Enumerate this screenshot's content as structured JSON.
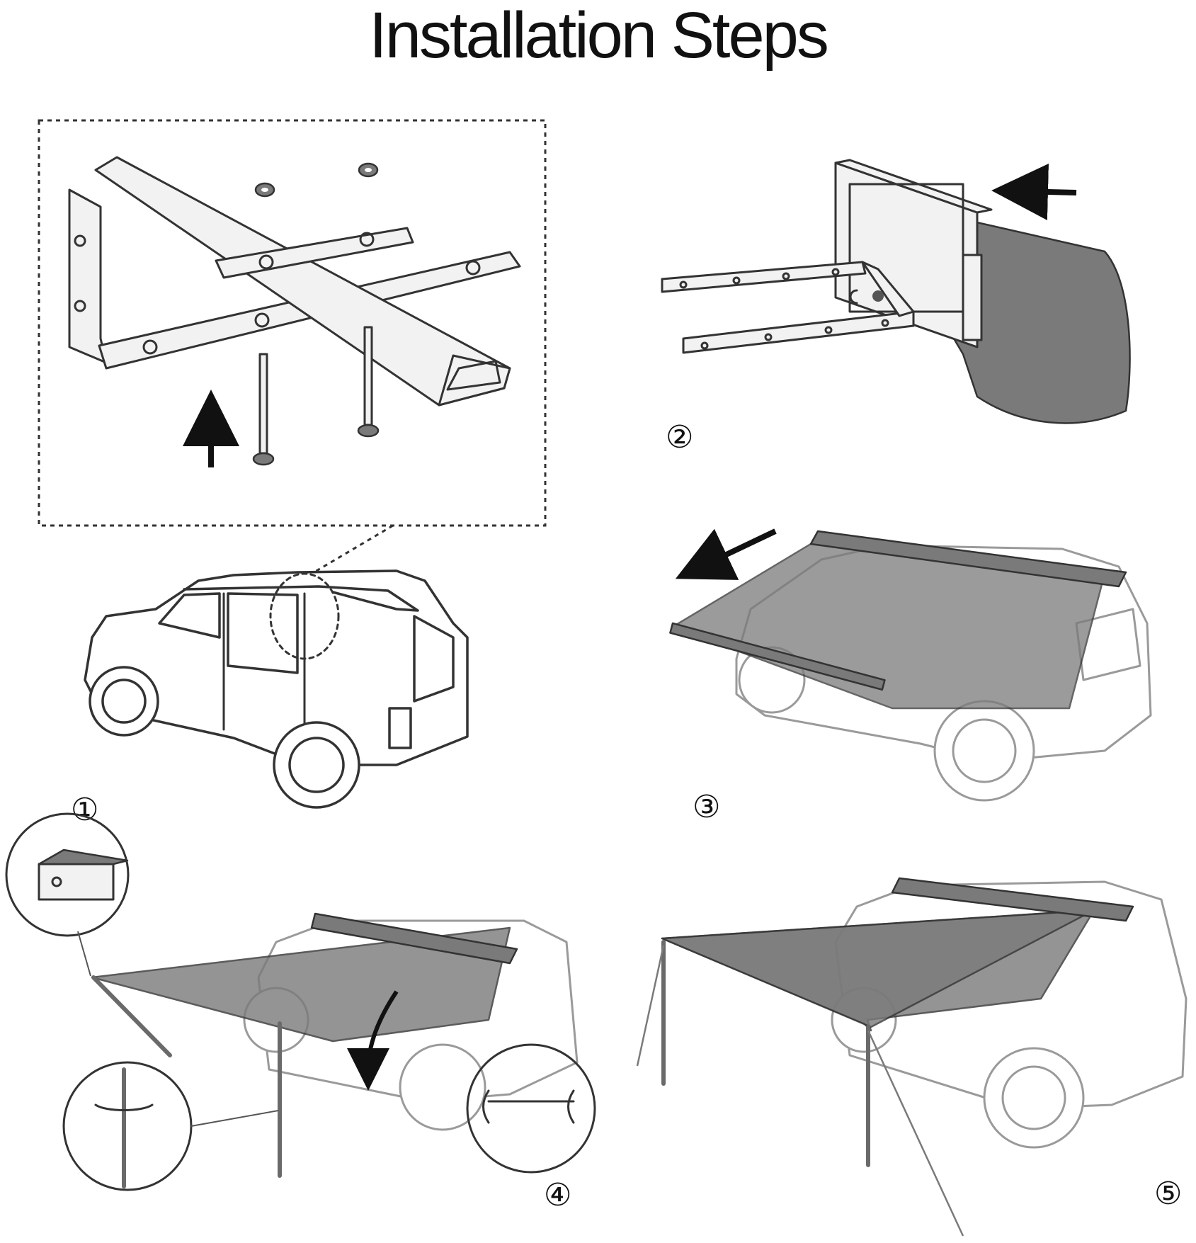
{
  "title": "Installation Steps",
  "steps": [
    {
      "number": "①"
    },
    {
      "number": "②"
    },
    {
      "number": "③"
    },
    {
      "number": "④"
    },
    {
      "number": "⑤"
    }
  ]
}
